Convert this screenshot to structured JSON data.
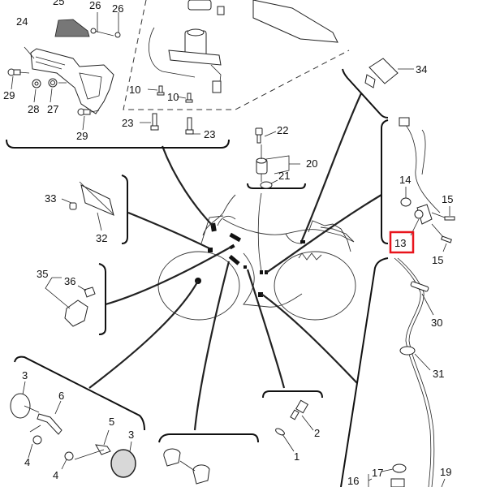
{
  "diagram": {
    "highlight_color": "#e8141c",
    "highlighted_part": "13",
    "callouts": {
      "p1": "1",
      "p2": "2",
      "p3a": "3",
      "p3b": "3",
      "p4a": "4",
      "p4b": "4",
      "p5": "5",
      "p6": "6",
      "p10a": "10",
      "p10b": "10",
      "p13": "13",
      "p14": "14",
      "p15a": "15",
      "p15b": "15",
      "p16": "16",
      "p17": "17",
      "p19": "19",
      "p20": "20",
      "p21": "21",
      "p22": "22",
      "p23a": "23",
      "p23b": "23",
      "p24": "24",
      "p25": "25",
      "p26a": "26",
      "p26b": "26",
      "p27": "27",
      "p28": "28",
      "p29a": "29",
      "p29b": "29",
      "p30": "30",
      "p31": "31",
      "p32": "32",
      "p33": "33",
      "p34": "34",
      "p35": "35",
      "p36": "36"
    }
  }
}
